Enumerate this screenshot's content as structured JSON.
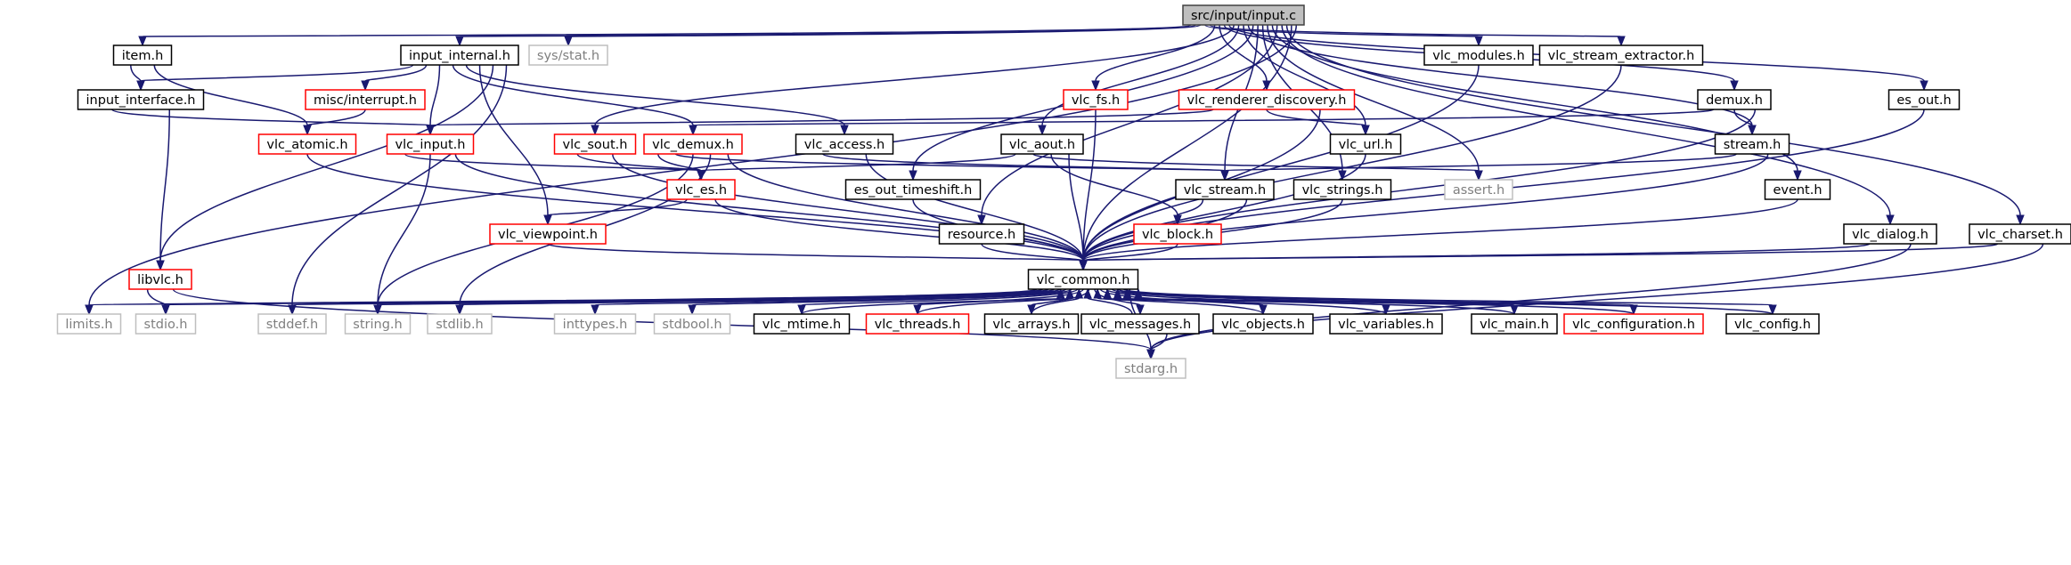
{
  "colors": {
    "edge": "#191970",
    "root_fill": "#bfbfbf",
    "root_border": "#404040",
    "documented_border": "#000000",
    "error_border": "#ff0000",
    "external_border": "#bfbfbf",
    "external_text": "#7f7f7f"
  },
  "graph": {
    "nodes": [
      {
        "id": "root",
        "label": "src/input/input.c",
        "kind": "root"
      },
      {
        "id": "item",
        "label": "item.h",
        "kind": "doc"
      },
      {
        "id": "input_internal",
        "label": "input_internal.h",
        "kind": "doc"
      },
      {
        "id": "sys_stat",
        "label": "sys/stat.h",
        "kind": "ext"
      },
      {
        "id": "vlc_modules",
        "label": "vlc_modules.h",
        "kind": "doc"
      },
      {
        "id": "vlc_stream_extractor",
        "label": "vlc_stream_extractor.h",
        "kind": "doc"
      },
      {
        "id": "input_interface",
        "label": "input_interface.h",
        "kind": "doc"
      },
      {
        "id": "misc_interrupt",
        "label": "misc/interrupt.h",
        "kind": "red"
      },
      {
        "id": "vlc_fs",
        "label": "vlc_fs.h",
        "kind": "red"
      },
      {
        "id": "vlc_renderer_discovery",
        "label": "vlc_renderer_discovery.h",
        "kind": "red"
      },
      {
        "id": "demux",
        "label": "demux.h",
        "kind": "doc"
      },
      {
        "id": "es_out",
        "label": "es_out.h",
        "kind": "doc"
      },
      {
        "id": "vlc_atomic",
        "label": "vlc_atomic.h",
        "kind": "red"
      },
      {
        "id": "vlc_input",
        "label": "vlc_input.h",
        "kind": "red"
      },
      {
        "id": "vlc_sout",
        "label": "vlc_sout.h",
        "kind": "red"
      },
      {
        "id": "vlc_demux",
        "label": "vlc_demux.h",
        "kind": "red"
      },
      {
        "id": "vlc_access",
        "label": "vlc_access.h",
        "kind": "doc"
      },
      {
        "id": "vlc_aout",
        "label": "vlc_aout.h",
        "kind": "doc"
      },
      {
        "id": "vlc_url",
        "label": "vlc_url.h",
        "kind": "doc"
      },
      {
        "id": "stream",
        "label": "stream.h",
        "kind": "doc"
      },
      {
        "id": "vlc_es",
        "label": "vlc_es.h",
        "kind": "red"
      },
      {
        "id": "es_out_timeshift",
        "label": "es_out_timeshift.h",
        "kind": "doc"
      },
      {
        "id": "vlc_stream",
        "label": "vlc_stream.h",
        "kind": "doc"
      },
      {
        "id": "vlc_strings",
        "label": "vlc_strings.h",
        "kind": "doc"
      },
      {
        "id": "assert",
        "label": "assert.h",
        "kind": "ext"
      },
      {
        "id": "event",
        "label": "event.h",
        "kind": "doc"
      },
      {
        "id": "vlc_viewpoint",
        "label": "vlc_viewpoint.h",
        "kind": "red"
      },
      {
        "id": "resource",
        "label": "resource.h",
        "kind": "doc"
      },
      {
        "id": "vlc_block",
        "label": "vlc_block.h",
        "kind": "red"
      },
      {
        "id": "vlc_dialog",
        "label": "vlc_dialog.h",
        "kind": "doc"
      },
      {
        "id": "vlc_charset",
        "label": "vlc_charset.h",
        "kind": "doc"
      },
      {
        "id": "libvlc",
        "label": "libvlc.h",
        "kind": "red"
      },
      {
        "id": "vlc_common",
        "label": "vlc_common.h",
        "kind": "doc"
      },
      {
        "id": "limits",
        "label": "limits.h",
        "kind": "ext"
      },
      {
        "id": "stdio",
        "label": "stdio.h",
        "kind": "ext"
      },
      {
        "id": "stddef",
        "label": "stddef.h",
        "kind": "ext"
      },
      {
        "id": "string",
        "label": "string.h",
        "kind": "ext"
      },
      {
        "id": "stdlib",
        "label": "stdlib.h",
        "kind": "ext"
      },
      {
        "id": "inttypes",
        "label": "inttypes.h",
        "kind": "ext"
      },
      {
        "id": "stdbool",
        "label": "stdbool.h",
        "kind": "ext"
      },
      {
        "id": "vlc_mtime",
        "label": "vlc_mtime.h",
        "kind": "doc"
      },
      {
        "id": "vlc_threads",
        "label": "vlc_threads.h",
        "kind": "red"
      },
      {
        "id": "vlc_arrays",
        "label": "vlc_arrays.h",
        "kind": "doc"
      },
      {
        "id": "vlc_messages",
        "label": "vlc_messages.h",
        "kind": "doc"
      },
      {
        "id": "vlc_objects",
        "label": "vlc_objects.h",
        "kind": "doc"
      },
      {
        "id": "vlc_variables",
        "label": "vlc_variables.h",
        "kind": "doc"
      },
      {
        "id": "vlc_main",
        "label": "vlc_main.h",
        "kind": "doc"
      },
      {
        "id": "vlc_configuration",
        "label": "vlc_configuration.h",
        "kind": "red"
      },
      {
        "id": "vlc_config",
        "label": "vlc_config.h",
        "kind": "doc"
      },
      {
        "id": "stdarg",
        "label": "stdarg.h",
        "kind": "ext"
      }
    ],
    "edges": [
      [
        "root",
        "item"
      ],
      [
        "root",
        "input_internal"
      ],
      [
        "root",
        "sys_stat"
      ],
      [
        "root",
        "vlc_modules"
      ],
      [
        "root",
        "vlc_stream_extractor"
      ],
      [
        "root",
        "vlc_fs"
      ],
      [
        "root",
        "vlc_renderer_discovery"
      ],
      [
        "root",
        "demux"
      ],
      [
        "root",
        "es_out"
      ],
      [
        "root",
        "vlc_sout"
      ],
      [
        "root",
        "vlc_aout"
      ],
      [
        "root",
        "vlc_url"
      ],
      [
        "root",
        "stream"
      ],
      [
        "root",
        "es_out_timeshift"
      ],
      [
        "root",
        "vlc_stream"
      ],
      [
        "root",
        "vlc_strings"
      ],
      [
        "root",
        "assert"
      ],
      [
        "root",
        "event"
      ],
      [
        "root",
        "resource"
      ],
      [
        "root",
        "vlc_dialog"
      ],
      [
        "root",
        "vlc_charset"
      ],
      [
        "root",
        "vlc_common"
      ],
      [
        "root",
        "limits"
      ],
      [
        "item",
        "input_interface"
      ],
      [
        "item",
        "vlc_atomic"
      ],
      [
        "input_internal",
        "input_interface"
      ],
      [
        "input_internal",
        "misc_interrupt"
      ],
      [
        "input_internal",
        "vlc_input"
      ],
      [
        "input_internal",
        "vlc_demux"
      ],
      [
        "input_internal",
        "vlc_access"
      ],
      [
        "input_internal",
        "vlc_viewpoint"
      ],
      [
        "input_internal",
        "libvlc"
      ],
      [
        "input_internal",
        "stddef"
      ],
      [
        "input_interface",
        "vlc_input"
      ],
      [
        "input_interface",
        "libvlc"
      ],
      [
        "misc_interrupt",
        "vlc_atomic"
      ],
      [
        "vlc_renderer_discovery",
        "vlc_input"
      ],
      [
        "vlc_renderer_discovery",
        "vlc_url"
      ],
      [
        "vlc_renderer_discovery",
        "vlc_common"
      ],
      [
        "demux",
        "vlc_demux"
      ],
      [
        "demux",
        "stream"
      ],
      [
        "demux",
        "vlc_common"
      ],
      [
        "vlc_input",
        "vlc_es"
      ],
      [
        "vlc_input",
        "string"
      ],
      [
        "vlc_input",
        "vlc_common"
      ],
      [
        "vlc_sout",
        "vlc_es"
      ],
      [
        "vlc_sout",
        "vlc_common"
      ],
      [
        "vlc_demux",
        "vlc_es"
      ],
      [
        "vlc_demux",
        "vlc_stream"
      ],
      [
        "vlc_demux",
        "string"
      ],
      [
        "vlc_demux",
        "stdlib"
      ],
      [
        "vlc_demux",
        "vlc_common"
      ],
      [
        "vlc_access",
        "vlc_stream"
      ],
      [
        "vlc_access",
        "vlc_common"
      ],
      [
        "vlc_aout",
        "vlc_es"
      ],
      [
        "vlc_aout",
        "assert"
      ],
      [
        "vlc_aout",
        "vlc_block"
      ],
      [
        "vlc_aout",
        "vlc_common"
      ],
      [
        "stream",
        "vlc_stream"
      ],
      [
        "stream",
        "vlc_common"
      ],
      [
        "vlc_es",
        "vlc_viewpoint"
      ],
      [
        "vlc_es",
        "vlc_common"
      ],
      [
        "vlc_stream",
        "vlc_block"
      ],
      [
        "vlc_stream",
        "vlc_common"
      ],
      [
        "vlc_strings",
        "vlc_common"
      ],
      [
        "vlc_url",
        "vlc_common"
      ],
      [
        "vlc_modules",
        "vlc_common"
      ],
      [
        "vlc_stream_extractor",
        "vlc_common"
      ],
      [
        "vlc_fs",
        "vlc_common"
      ],
      [
        "es_out",
        "vlc_common"
      ],
      [
        "event",
        "vlc_common"
      ],
      [
        "vlc_atomic",
        "vlc_common"
      ],
      [
        "vlc_viewpoint",
        "vlc_common"
      ],
      [
        "resource",
        "vlc_common"
      ],
      [
        "vlc_block",
        "vlc_common"
      ],
      [
        "es_out_timeshift",
        "vlc_common"
      ],
      [
        "vlc_dialog",
        "vlc_common"
      ],
      [
        "vlc_dialog",
        "stdarg"
      ],
      [
        "vlc_charset",
        "vlc_common"
      ],
      [
        "vlc_charset",
        "stdarg"
      ],
      [
        "libvlc",
        "stdio"
      ],
      [
        "libvlc",
        "stdarg"
      ],
      [
        "vlc_common",
        "limits"
      ],
      [
        "vlc_common",
        "stdio"
      ],
      [
        "vlc_common",
        "stddef"
      ],
      [
        "vlc_common",
        "string"
      ],
      [
        "vlc_common",
        "stdlib"
      ],
      [
        "vlc_common",
        "inttypes"
      ],
      [
        "vlc_common",
        "stdbool"
      ],
      [
        "vlc_common",
        "vlc_mtime"
      ],
      [
        "vlc_common",
        "vlc_threads"
      ],
      [
        "vlc_common",
        "vlc_arrays"
      ],
      [
        "vlc_common",
        "vlc_messages"
      ],
      [
        "vlc_common",
        "vlc_objects"
      ],
      [
        "vlc_common",
        "vlc_variables"
      ],
      [
        "vlc_common",
        "vlc_main"
      ],
      [
        "vlc_common",
        "vlc_configuration"
      ],
      [
        "vlc_common",
        "vlc_config"
      ],
      [
        "vlc_common",
        "stdarg"
      ],
      [
        "vlc_mtime",
        "vlc_common"
      ],
      [
        "vlc_threads",
        "vlc_common"
      ],
      [
        "vlc_arrays",
        "vlc_common"
      ],
      [
        "vlc_messages",
        "vlc_common"
      ],
      [
        "vlc_messages",
        "stdarg"
      ],
      [
        "vlc_objects",
        "vlc_common"
      ],
      [
        "vlc_variables",
        "vlc_common"
      ],
      [
        "vlc_main",
        "vlc_common"
      ],
      [
        "vlc_configuration",
        "vlc_common"
      ],
      [
        "vlc_config",
        "vlc_common"
      ]
    ]
  }
}
